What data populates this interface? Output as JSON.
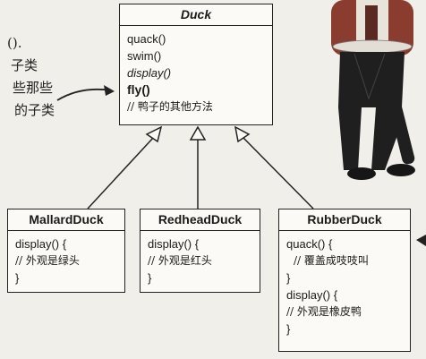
{
  "duck": {
    "name": "Duck",
    "methods": [
      "quack()",
      "swim()",
      "display()",
      "fly()"
    ],
    "comment": "// 鸭子的其他方法"
  },
  "mallard": {
    "name": "MallardDuck",
    "lines": [
      "display() {",
      "// 外观是绿头",
      "}"
    ]
  },
  "redhead": {
    "name": "RedheadDuck",
    "lines": [
      "display() {",
      "// 外观是红头",
      "}"
    ]
  },
  "rubber": {
    "name": "RubberDuck",
    "lines": [
      "quack() {",
      "// 覆盖成吱吱叫",
      "}",
      "display() {",
      "// 外观是橡皮鸭",
      "}"
    ]
  },
  "left_note": [
    "().",
    "子类",
    "些那些",
    "的子类"
  ]
}
